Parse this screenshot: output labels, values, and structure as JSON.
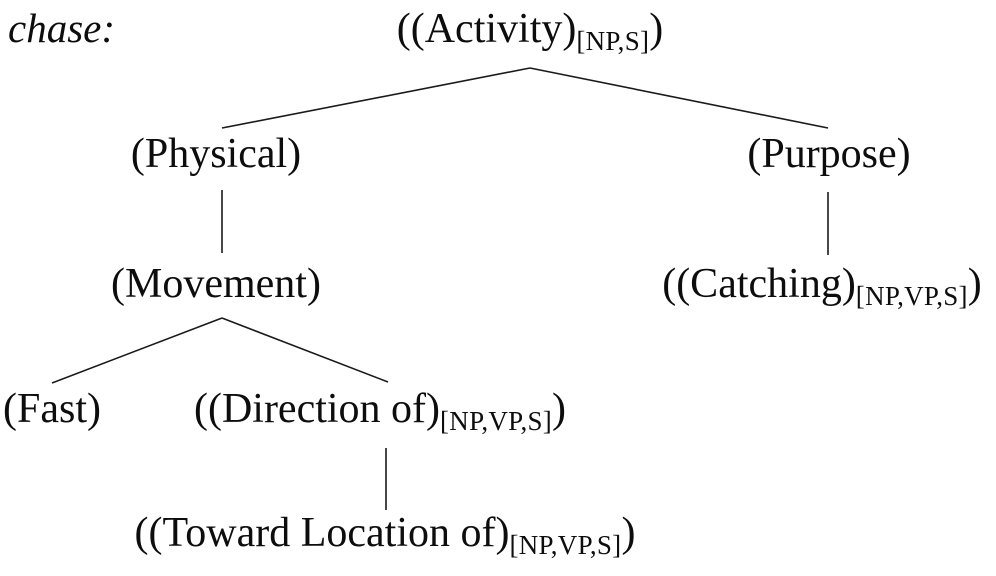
{
  "title": {
    "lemma": "chase:"
  },
  "tree": {
    "root": {
      "pre": "((Activity)",
      "sub": "[NP,S]",
      "post": ")"
    },
    "physical": {
      "label": "(Physical)"
    },
    "purpose": {
      "label": "(Purpose)"
    },
    "movement": {
      "label": "(Movement)"
    },
    "catching": {
      "pre": "((Catching)",
      "sub": "[NP,VP,S]",
      "post": ")"
    },
    "fast": {
      "label": "(Fast)"
    },
    "direction": {
      "pre": "((Direction of)",
      "sub": "[NP,VP,S]",
      "post": ")"
    },
    "toward": {
      "pre": "((Toward Location of)",
      "sub": "[NP,VP,S]",
      "post": ")"
    }
  },
  "structure": {
    "relations": [
      {
        "parent": "((Activity)[NP,S])",
        "child": "(Physical)"
      },
      {
        "parent": "((Activity)[NP,S])",
        "child": "(Purpose)"
      },
      {
        "parent": "(Physical)",
        "child": "(Movement)"
      },
      {
        "parent": "(Movement)",
        "child": "(Fast)"
      },
      {
        "parent": "(Movement)",
        "child": "((Direction of)[NP,VP,S])"
      },
      {
        "parent": "((Direction of)[NP,VP,S])",
        "child": "((Toward Location of)[NP,VP,S])"
      },
      {
        "parent": "(Purpose)",
        "child": "((Catching)[NP,VP,S])"
      }
    ]
  },
  "colors": {
    "text": "#0d0d0d",
    "edge": "#1a1a1a",
    "background": "#ffffff"
  }
}
